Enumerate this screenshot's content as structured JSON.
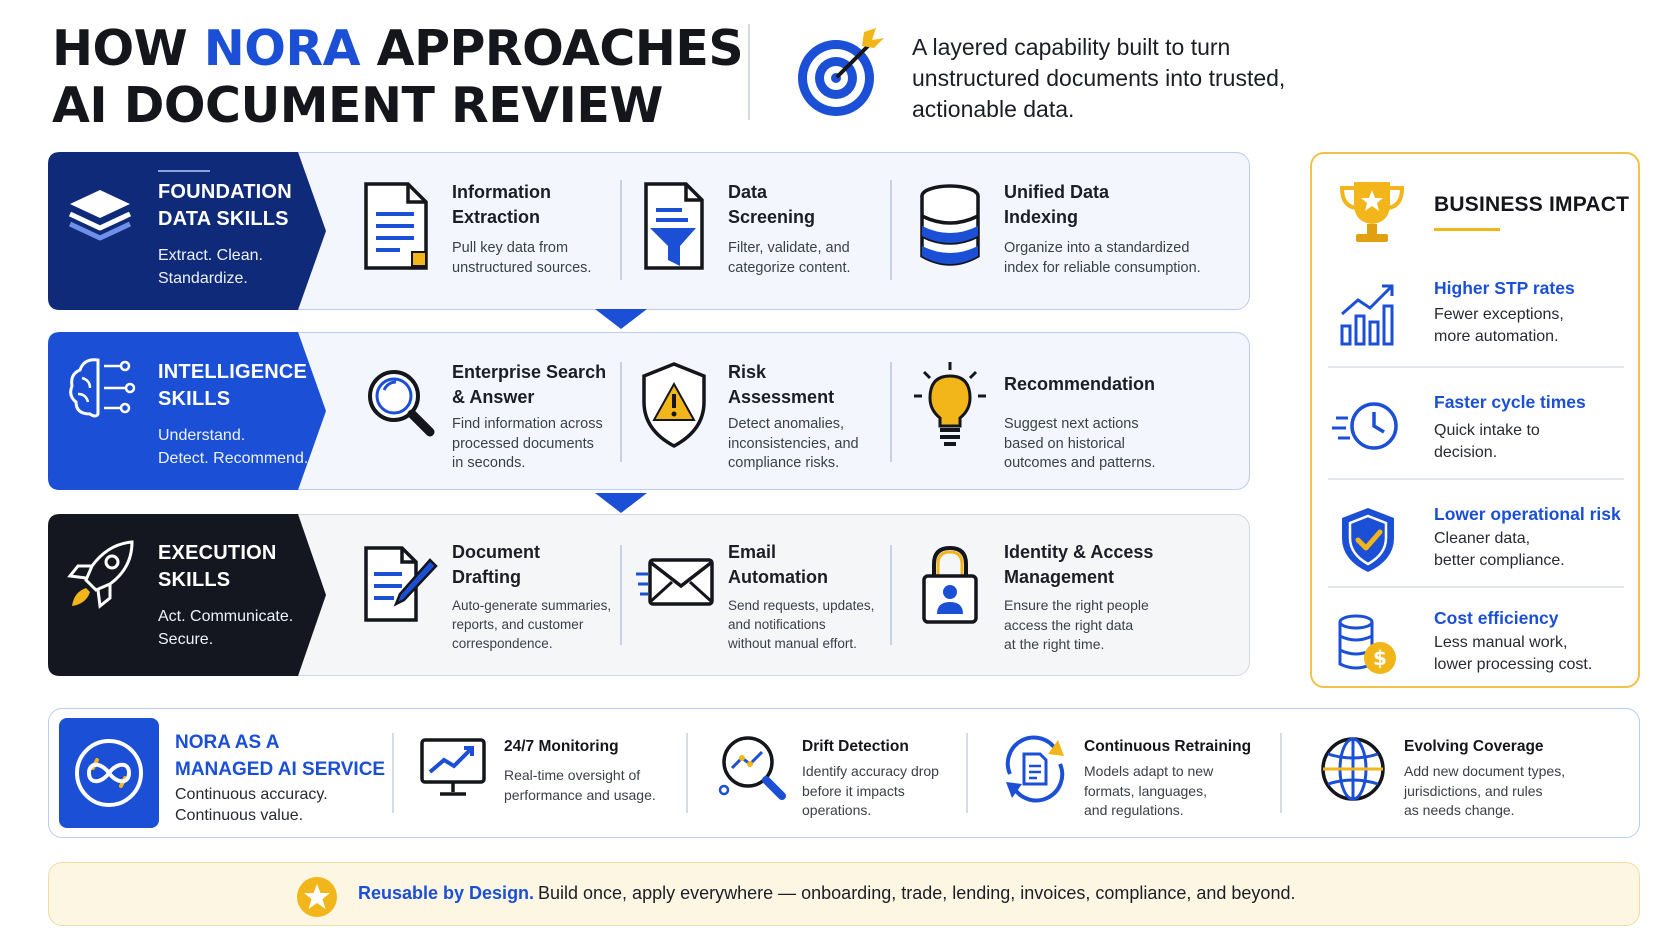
{
  "header": {
    "title_prefix": "HOW ",
    "title_accent": "NORA",
    "title_rest": " APPROACHES",
    "title_line2": "AI DOCUMENT REVIEW",
    "tagline": "A layered capability built to turn unstructured documents into trusted, actionable data.",
    "icon": "target-icon"
  },
  "rows": [
    {
      "title_line1": "FOUNDATION",
      "title_line2": "DATA SKILLS",
      "sub_line1": "Extract. Clean.",
      "sub_line2": "Standardize.",
      "icon": "layers-icon",
      "color": "#0f2a78",
      "capabilities": [
        {
          "title_line1": "Information",
          "title_line2": "Extraction",
          "desc": [
            "Pull key data from",
            "unstructured sources."
          ],
          "icon": "document-icon"
        },
        {
          "title_line1": "Data",
          "title_line2": "Screening",
          "desc": [
            "Filter, validate, and",
            "categorize content."
          ],
          "icon": "filter-document-icon"
        },
        {
          "title_line1": "Unified Data",
          "title_line2": "Indexing",
          "desc": [
            "Organize into a standardized",
            "index for reliable consumption."
          ],
          "icon": "database-icon"
        }
      ]
    },
    {
      "title_line1": "INTELLIGENCE",
      "title_line2": "SKILLS",
      "sub_line1": "Understand.",
      "sub_line2": "Detect. Recommend.",
      "icon": "brain-circuit-icon",
      "color": "#1a4fd6",
      "capabilities": [
        {
          "title_line1": "Enterprise Search",
          "title_line2": "& Answer",
          "desc": [
            "Find information across",
            "processed documents",
            "in seconds."
          ],
          "icon": "magnifier-icon"
        },
        {
          "title_line1": "Risk",
          "title_line2": "Assessment",
          "desc": [
            "Detect anomalies,",
            "inconsistencies, and",
            "compliance risks."
          ],
          "icon": "warning-shield-icon"
        },
        {
          "title_line1": "Recommendation",
          "title_line2": "",
          "desc": [
            "Suggest next actions",
            "based on historical",
            "outcomes and patterns."
          ],
          "icon": "lightbulb-icon"
        }
      ]
    },
    {
      "title_line1": "EXECUTION",
      "title_line2": "SKILLS",
      "sub_line1": "Act. Communicate.",
      "sub_line2": "Secure.",
      "icon": "rocket-icon",
      "color": "#14171f",
      "capabilities": [
        {
          "title_line1": "Document",
          "title_line2": "Drafting",
          "desc": [
            "Auto-generate summaries,",
            "reports, and customer",
            "correspondence."
          ],
          "icon": "document-pen-icon"
        },
        {
          "title_line1": "Email",
          "title_line2": "Automation",
          "desc": [
            "Send requests, updates,",
            "and notifications",
            "without manual effort."
          ],
          "icon": "envelope-icon"
        },
        {
          "title_line1": "Identity & Access",
          "title_line2": "Management",
          "desc": [
            "Ensure the right people",
            "access the right data",
            "at the right time."
          ],
          "icon": "padlock-user-icon"
        }
      ]
    }
  ],
  "impact": {
    "title": "BUSINESS IMPACT",
    "icon": "trophy-icon",
    "items": [
      {
        "title": "Higher STP rates",
        "desc": [
          "Fewer exceptions,",
          "more automation."
        ],
        "icon": "growth-chart-icon"
      },
      {
        "title": "Faster cycle times",
        "desc": [
          "Quick intake to",
          "decision."
        ],
        "icon": "fast-clock-icon"
      },
      {
        "title": "Lower operational risk",
        "desc": [
          "Cleaner data,",
          "better compliance."
        ],
        "icon": "shield-check-icon"
      },
      {
        "title": "Cost efficiency",
        "desc": [
          "Less manual work,",
          "lower processing cost."
        ],
        "icon": "coins-dollar-icon"
      }
    ]
  },
  "service": {
    "title_line1": "NORA AS A",
    "title_line2": "MANAGED AI SERVICE",
    "sub_line1": "Continuous accuracy.",
    "sub_line2": "Continuous value.",
    "icon": "infinity-icon",
    "items": [
      {
        "title": "24/7 Monitoring",
        "desc": [
          "Real-time oversight of",
          "performance and usage."
        ],
        "icon": "monitor-chart-icon"
      },
      {
        "title": "Drift Detection",
        "desc": [
          "Identify accuracy drop",
          "before it impacts",
          "operations."
        ],
        "icon": "magnifier-trend-icon"
      },
      {
        "title": "Continuous Retraining",
        "desc": [
          "Models adapt to new",
          "formats, languages,",
          "and regulations."
        ],
        "icon": "refresh-document-icon"
      },
      {
        "title": "Evolving Coverage",
        "desc": [
          "Add new document types,",
          "jurisdictions, and rules",
          "as needs change."
        ],
        "icon": "globe-icon"
      }
    ]
  },
  "footer": {
    "bold": "Reusable by Design.",
    "text": "Build once, apply everywhere — onboarding, trade, lending, invoices, compliance, and beyond.",
    "icon": "star-icon"
  },
  "colors": {
    "accent_blue": "#1a4fd6",
    "navy": "#0f2a78",
    "dark": "#14171f",
    "gold": "#f2b51a"
  }
}
